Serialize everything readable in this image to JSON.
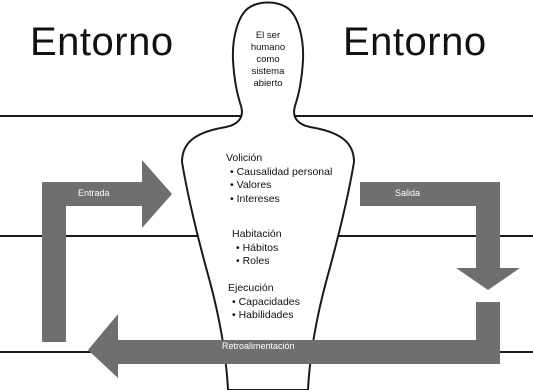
{
  "titles": {
    "left": "Entorno",
    "right": "Entorno"
  },
  "head_text": [
    "El ser",
    "humano",
    "como",
    "sistema",
    "abierto"
  ],
  "groups": [
    {
      "title": "Volición",
      "items": [
        "Causalidad personal",
        "Valores",
        "Intereses"
      ]
    },
    {
      "title": "Habitación",
      "items": [
        "Hábitos",
        "Roles"
      ]
    },
    {
      "title": "Ejecución",
      "items": [
        "Capacidades",
        "Habilidades"
      ]
    }
  ],
  "flows": {
    "input": "Entrada",
    "output": "Salida",
    "feedback": "Retroalimentación"
  },
  "colors": {
    "arrow": "#6f6f6f",
    "line": "#1a1a1a",
    "text": "#111111"
  }
}
